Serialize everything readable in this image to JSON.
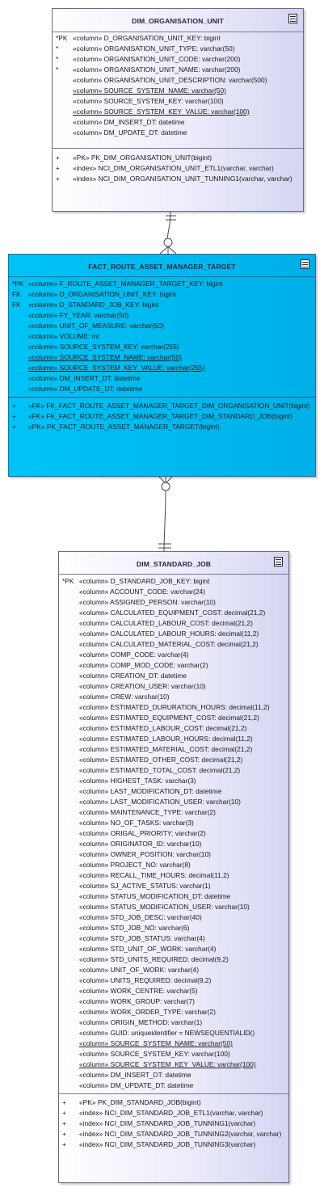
{
  "entities": {
    "org": {
      "title": "DIM_ORGANISATION_UNIT",
      "icon": "entity-icon",
      "columns": [
        {
          "marker": "*PK",
          "text": "«column» D_ORGANISATION_UNIT_KEY: bigint",
          "underline": false
        },
        {
          "marker": "*",
          "text": "«column» ORGANISATION_UNIT_TYPE: varchar(50)",
          "underline": false
        },
        {
          "marker": "*",
          "text": "«column» ORGANISATION_UNIT_CODE: varchar(200)",
          "underline": false
        },
        {
          "marker": "*",
          "text": "«column» ORGANISATION_UNIT_NAME: varchar(200)",
          "underline": false
        },
        {
          "marker": "",
          "text": "«column» ORGANISATION_UNIT_DESCRIPTION: varchar(500)",
          "underline": false
        },
        {
          "marker": "",
          "text": "«column» SOURCE_SYSTEM_NAME: varchar(50)",
          "underline": true
        },
        {
          "marker": "",
          "text": "«column» SOURCE_SYSTEM_KEY: varchar(100)",
          "underline": false
        },
        {
          "marker": "",
          "text": "«column» SOURCE_SYSTEM_KEY_VALUE: varchar(100)",
          "underline": true
        },
        {
          "marker": "",
          "text": "«column» DM_INSERT_DT: datetime",
          "underline": false
        },
        {
          "marker": "",
          "text": "«column» DM_UPDATE_DT: datetime",
          "underline": false
        }
      ],
      "operations": [
        {
          "marker": "+",
          "text": "«PK» PK_DIM_ORGANISATION_UNIT(bigint)"
        },
        {
          "marker": "+",
          "text": "«index» NCI_DIM_ORGANISATION_UNIT_ETL1(varchar, varchar)"
        },
        {
          "marker": "+",
          "text": "«index» NCI_DIM_ORGANISATION_UNIT_TUNNING1(varchar, varchar)"
        }
      ]
    },
    "fact": {
      "title": "FACT_ROUTE_ASSET_MANAGER_TARGET",
      "icon": "entity-icon",
      "columns": [
        {
          "marker": "*PK",
          "text": "«column» F_ROUTE_ASSET_MANAGER_TARGET_KEY: bigint",
          "underline": false
        },
        {
          "marker": "FK",
          "text": "«column» D_ORGANISATION_UNIT_KEY: bigint",
          "underline": false
        },
        {
          "marker": "FK",
          "text": "«column» D_STANDARD_JOB_KEY: bigint",
          "underline": false
        },
        {
          "marker": "",
          "text": "«column» FY_YEAR: varchar(50)",
          "underline": false
        },
        {
          "marker": "",
          "text": "«column» UNIT_OF_MEASURE: varchar(50)",
          "underline": false
        },
        {
          "marker": "",
          "text": "«column» VOLUME: int",
          "underline": false
        },
        {
          "marker": "",
          "text": "«column» SOURCE_SYSTEM_KEY: varchar(255)",
          "underline": false
        },
        {
          "marker": "",
          "text": "«column» SOURCE_SYSTEM_NAME: varchar(50)",
          "underline": true
        },
        {
          "marker": "",
          "text": "«column» SOURCE_SYSTEM_KEY_VALUE: varchar(255)",
          "underline": true
        },
        {
          "marker": "",
          "text": "«column» DM_INSERT_DT: datetime",
          "underline": false
        },
        {
          "marker": "",
          "text": "«column» DM_UPDATE_DT: datetime",
          "underline": false
        }
      ],
      "operations": [
        {
          "marker": "+",
          "text": "«FK» FK_FACT_ROUTE_ASSET_MANAGER_TARGET_DIM_ORGANISATION_UNIT(bigint)"
        },
        {
          "marker": "+",
          "text": "«FK» FK_FACT_ROUTE_ASSET_MANAGER_TARGET_DIM_STANDARD_JOB(bigint)"
        },
        {
          "marker": "+",
          "text": "«PK» PK_FACT_ROUTE_ASSET_MANAGER_TARGET(bigint)"
        }
      ]
    },
    "job": {
      "title": "DIM_STANDARD_JOB",
      "icon": "entity-icon",
      "columns": [
        {
          "marker": "*PK",
          "text": "«column» D_STANDARD_JOB_KEY: bigint",
          "underline": false
        },
        {
          "marker": "",
          "text": "«column» ACCOUNT_CODE: varchar(24)",
          "underline": false
        },
        {
          "marker": "",
          "text": "«column» ASSIGNED_PERSON: varchar(10)",
          "underline": false
        },
        {
          "marker": "",
          "text": "«column» CALCULATED_EQUIPMENT_COST: decimal(21,2)",
          "underline": false
        },
        {
          "marker": "",
          "text": "«column» CALCULATED_LABOUR_COST: decimal(21,2)",
          "underline": false
        },
        {
          "marker": "",
          "text": "«column» CALCULATED_LABOUR_HOURS: decimal(11,2)",
          "underline": false
        },
        {
          "marker": "",
          "text": "«column» CALCULATED_MATERIAL_COST: decimal(21,2)",
          "underline": false
        },
        {
          "marker": "",
          "text": "«column» COMP_CODE: varchar(4)",
          "underline": false
        },
        {
          "marker": "",
          "text": "«column» COMP_MOD_CODE: varchar(2)",
          "underline": false
        },
        {
          "marker": "",
          "text": "«column» CREATION_DT: datetime",
          "underline": false
        },
        {
          "marker": "",
          "text": "«column» CREATION_USER: varchar(10)",
          "underline": false
        },
        {
          "marker": "",
          "text": "«column» CREW: varchar(10)",
          "underline": false
        },
        {
          "marker": "",
          "text": "«column» ESTIMATED_DURURATION_HOURS: decimal(11,2)",
          "underline": false
        },
        {
          "marker": "",
          "text": "«column» ESTIMATED_EQUIPMENT_COST: decimal(21,2)",
          "underline": false
        },
        {
          "marker": "",
          "text": "«column» ESTIMATED_LABOUR_COST: decimal(21,2)",
          "underline": false
        },
        {
          "marker": "",
          "text": "«column» ESTIMATED_LABOUR_HOURS: decimal(11,2)",
          "underline": false
        },
        {
          "marker": "",
          "text": "«column» ESTIMATED_MATERIAL_COST: decimal(21,2)",
          "underline": false
        },
        {
          "marker": "",
          "text": "«column» ESTIMATED_OTHER_COST: decimal(21,2)",
          "underline": false
        },
        {
          "marker": "",
          "text": "«column» ESTIMATED_TOTAL_COST: decimal(21,2)",
          "underline": false
        },
        {
          "marker": "",
          "text": "«column» HIGHEST_TASK: varchar(3)",
          "underline": false
        },
        {
          "marker": "",
          "text": "«column» LAST_MODIFICATION_DT: datetime",
          "underline": false
        },
        {
          "marker": "",
          "text": "«column» LAST_MODIFICATION_USER: varchar(10)",
          "underline": false
        },
        {
          "marker": "",
          "text": "«column» MAINTENANCE_TYPE: varchar(2)",
          "underline": false
        },
        {
          "marker": "",
          "text": "«column» NO_OF_TASKS: varchar(3)",
          "underline": false
        },
        {
          "marker": "",
          "text": "«column» ORIGAL_PRIORITY: varchar(2)",
          "underline": false
        },
        {
          "marker": "",
          "text": "«column» ORIGINATOR_ID: varchar(10)",
          "underline": false
        },
        {
          "marker": "",
          "text": "«column» OWNER_POSITION: varchar(10)",
          "underline": false
        },
        {
          "marker": "",
          "text": "«column» PROJECT_NO: varchar(8)",
          "underline": false
        },
        {
          "marker": "",
          "text": "«column» RECALL_TIME_HOURS: decimal(11,2)",
          "underline": false
        },
        {
          "marker": "",
          "text": "«column» SJ_ACTIVE_STATUS: varchar(1)",
          "underline": false
        },
        {
          "marker": "",
          "text": "«column» STATUS_MODIFICATION_DT: datetime",
          "underline": false
        },
        {
          "marker": "",
          "text": "«column» STATUS_MODIFICATION_USER: varchar(10)",
          "underline": false
        },
        {
          "marker": "",
          "text": "«column» STD_JOB_DESC: varchar(40)",
          "underline": false
        },
        {
          "marker": "",
          "text": "«column» STD_JOB_NO: varchar(6)",
          "underline": false
        },
        {
          "marker": "",
          "text": "«column» STD_JOB_STATUS: varchar(4)",
          "underline": false
        },
        {
          "marker": "",
          "text": "«column» STD_UNIT_OF_WORK: varchar(4)",
          "underline": false
        },
        {
          "marker": "",
          "text": "«column» STD_UNITS_REQUIRED: decimal(9,2)",
          "underline": false
        },
        {
          "marker": "",
          "text": "«column» UNIT_OF_WORK: varchar(4)",
          "underline": false
        },
        {
          "marker": "",
          "text": "«column» UNITS_REQUIRED: decimal(9,2)",
          "underline": false
        },
        {
          "marker": "",
          "text": "«column» WORK_CENTRE: varchar(5)",
          "underline": false
        },
        {
          "marker": "",
          "text": "«column» WORK_GROUP: varchar(7)",
          "underline": false
        },
        {
          "marker": "",
          "text": "«column» WORK_ORDER_TYPE: varchar(2)",
          "underline": false
        },
        {
          "marker": "",
          "text": "«column» ORIGIN_METHOD: varchar(1)",
          "underline": false
        },
        {
          "marker": "",
          "text": "«column» GUID: uniqueidentifier = NEWSEQUENTIALID()",
          "underline": false
        },
        {
          "marker": "",
          "text": "«column» SOURCE_SYSTEM_NAME: varchar(50)",
          "underline": true
        },
        {
          "marker": "",
          "text": "«column» SOURCE_SYSTEM_KEY: varchar(100)",
          "underline": false
        },
        {
          "marker": "",
          "text": "«column» SOURCE_SYSTEM_KEY_VALUE: varchar(100)",
          "underline": true
        },
        {
          "marker": "",
          "text": "«column» DM_INSERT_DT: datetime",
          "underline": false
        },
        {
          "marker": "",
          "text": "«column» DM_UPDATE_DT: datetime",
          "underline": false
        }
      ],
      "operations": [
        {
          "marker": "+",
          "text": "«PK» PK_DIM_STANDARD_JOB(bigint)"
        },
        {
          "marker": "+",
          "text": "«index» NCI_DIM_STANDARD_JOB_ETL1(varchar, varchar)"
        },
        {
          "marker": "+",
          "text": "«index» NCI_DIM_STANDARD_JOB_TUNNING1(varchar)"
        },
        {
          "marker": "+",
          "text": "«index» NCI_DIM_STANDARD_JOB_TUNNING2(varchar, varchar)"
        },
        {
          "marker": "+",
          "text": "«index» NCI_DIM_STANDARD_JOB_TUNNING3(varchar)"
        }
      ]
    }
  },
  "relationships": [
    {
      "from": "DIM_ORGANISATION_UNIT",
      "to": "FACT_ROUTE_ASSET_MANAGER_TARGET",
      "from_end": "one-and-only-one",
      "to_end": "zero-or-many"
    },
    {
      "from": "DIM_STANDARD_JOB",
      "to": "FACT_ROUTE_ASSET_MANAGER_TARGET",
      "from_end": "one-and-only-one",
      "to_end": "zero-or-many"
    }
  ],
  "colors": {
    "fact_fill": "#00b4ec",
    "dimension_fill": "#e6e6fa",
    "border": "#6a6a86"
  }
}
